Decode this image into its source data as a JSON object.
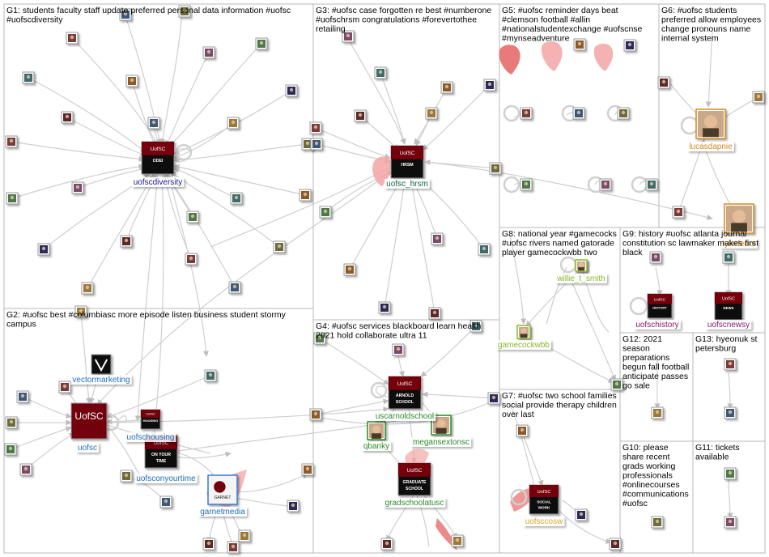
{
  "panels": [
    {
      "id": "g1",
      "title": "G1: students faculty staff update preferred personal data information #uofsc #uofscdiversity"
    },
    {
      "id": "g2",
      "title": "G2: #uofsc best #columbiasc more episode listen business student stormy campus"
    },
    {
      "id": "g3",
      "title": "G3: #uofsc case forgotten re best #numberone #uofschrsm congratulations #forevertothee retailing"
    },
    {
      "id": "g4",
      "title": "G4: #uofsc services blackboard learn health 2021 hold collaborate ultra 11"
    },
    {
      "id": "g5",
      "title": "G5: #uofsc reminder days beat #clemson football #allin #nationalstudentexchange #uofscnse #mynseadventure"
    },
    {
      "id": "g6",
      "title": "G6: #uofsc students preferred allow employees change pronouns name internal system"
    },
    {
      "id": "g7",
      "title": "G7: #uofsc two school families social provide therapy children over last"
    },
    {
      "id": "g8",
      "title": "G8: national year #gamecocks #uofsc rivers named gatorade player gamecockwbb two"
    },
    {
      "id": "g9",
      "title": "G9: history #uofsc atlanta journal constitution sc lawmaker makes first black"
    },
    {
      "id": "g10",
      "title": "G10: please share recent grads working professionals #onlinecourses #communications #uofsc"
    },
    {
      "id": "g11",
      "title": "G11: tickets available"
    },
    {
      "id": "g12",
      "title": "G12: 2021 season preparations begun fall football anticipate passes go sale"
    },
    {
      "id": "g13",
      "title": "G13: hyeonuk st petersburg"
    }
  ],
  "nodes": [
    {
      "id": "uofscdiversity",
      "label": "uofscdiversity",
      "logo": [
        "UofSC",
        "ODEI"
      ],
      "color": "#1a1a8c"
    },
    {
      "id": "uofsc_hrsm",
      "label": "uofsc_hrsm",
      "logo": [
        "UofSC",
        "HRSM"
      ],
      "color": "#1a6b4a"
    },
    {
      "id": "vectormarketing",
      "label": "vectormarketing",
      "color": "#1f6fb5"
    },
    {
      "id": "uofsc",
      "label": "uofsc",
      "logo": [
        "UofSC"
      ],
      "color": "#1f6fb5"
    },
    {
      "id": "uofschousing",
      "label": "uofschousing",
      "logo": [
        "UofSC",
        "HOUSING"
      ],
      "color": "#1f6fb5"
    },
    {
      "id": "uofscyourtime",
      "label": "uofsconyourtime",
      "logo": [
        "UofSC",
        "ON YOUR",
        "TIME"
      ],
      "color": "#1f6fb5"
    },
    {
      "id": "garnetmedia",
      "label": "garnetmedia",
      "logo": [
        "GARNET"
      ],
      "color": "#1f6fb5"
    },
    {
      "id": "uscarnoldschool",
      "label": "uscarnoldschool",
      "logo": [
        "UofSC",
        "ARNOLD",
        "SCHOOL"
      ],
      "color": "#2a8a2a"
    },
    {
      "id": "megansextonsc",
      "label": "megansextonsc",
      "color": "#2a8a2a"
    },
    {
      "id": "qbanky",
      "label": "qbanky",
      "color": "#2a8a2a"
    },
    {
      "id": "gradschoolatusc",
      "label": "gradschoolatusc",
      "logo": [
        "UofSC",
        "GRADUATE",
        "SCHOOL"
      ],
      "color": "#2a8a2a"
    },
    {
      "id": "lucasdapnie",
      "label": "lucasdapnie",
      "color": "#d68a1c"
    },
    {
      "id": "tylerfedor",
      "label": "tylerfedor",
      "color": "#d68a1c"
    },
    {
      "id": "willie_t_smith",
      "label": "willie_t_smith",
      "color": "#8ab82a"
    },
    {
      "id": "gamecockwbb",
      "label": "gamecockwbb",
      "color": "#8ab82a"
    },
    {
      "id": "uofschistory",
      "label": "uofschistory",
      "logo": [
        "UofSC",
        "HISTORY"
      ],
      "color": "#8a1a6b"
    },
    {
      "id": "uofscnewsy",
      "label": "uofscnewsy",
      "logo": [
        "UofSC",
        "NEWS"
      ],
      "color": "#8a1a6b"
    },
    {
      "id": "uofsccosw",
      "label": "uofsccosw",
      "logo": [
        "UofSC",
        "SOCIAL",
        "WORK"
      ],
      "color": "#e0a020"
    }
  ]
}
